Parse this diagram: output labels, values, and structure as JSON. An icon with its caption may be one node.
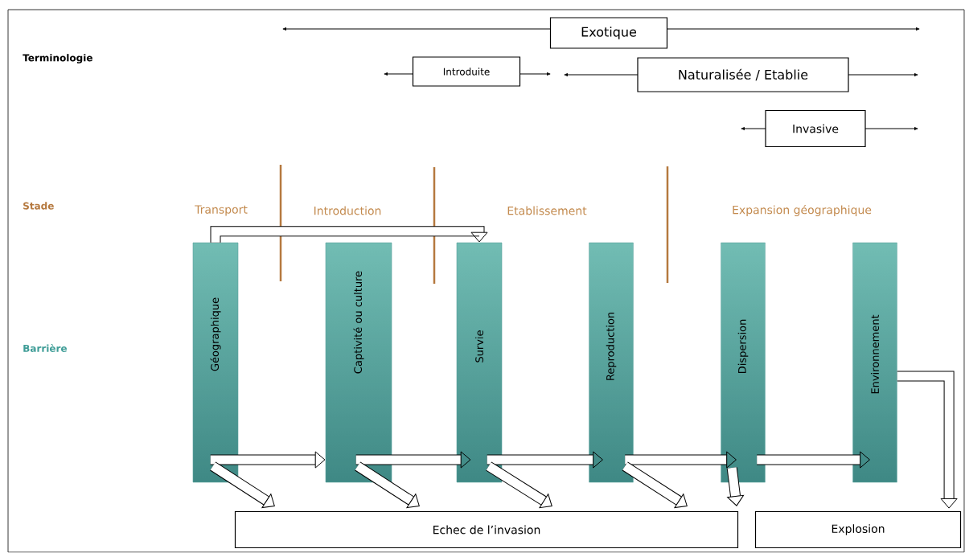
{
  "diagram": {
    "nodes": [
      {
        "text": [
          "Exotique"
        ]
      },
      {
        "text": [
          "Introduite"
        ]
      },
      {
        "text": [
          "Naturalisée / Etablie"
        ]
      },
      {
        "text": [
          "Invasive"
        ]
      },
      {
        "text": [
          "Géographique"
        ]
      },
      {
        "text": [
          "Captivité ou culture"
        ]
      },
      {
        "text": [
          "Survie"
        ]
      },
      {
        "text": [
          "Reproduction"
        ]
      },
      {
        "text": [
          "Dispersion"
        ]
      },
      {
        "text": [
          "Environnement"
        ]
      },
      {
        "text": [
          "Echec de l’invasion"
        ]
      },
      {
        "text": [
          "Explosion"
        ]
      }
    ],
    "edges": [
      {
        "from": 4,
        "to": 6,
        "arrow": "to"
      },
      {
        "from": 4,
        "to": 5,
        "arrow": "to"
      },
      {
        "from": 5,
        "to": 6,
        "arrow": "to"
      },
      {
        "from": 6,
        "to": 7,
        "arrow": "to"
      },
      {
        "from": 7,
        "to": 8,
        "arrow": "to"
      },
      {
        "from": 8,
        "to": 9,
        "arrow": "to"
      },
      {
        "from": 9,
        "to": 11,
        "arrow": "to"
      },
      {
        "from": 4,
        "to": 10,
        "arrow": "to"
      },
      {
        "from": 5,
        "to": 10,
        "arrow": "to"
      },
      {
        "from": 6,
        "to": 10,
        "arrow": "to"
      },
      {
        "from": 7,
        "to": 10,
        "arrow": "to"
      },
      {
        "from": 8,
        "to": 10,
        "arrow": "to"
      }
    ],
    "labels": [
      "Terminologie",
      "Stade",
      "Barrière",
      "Transport",
      "Introduction",
      "Etablissement",
      "Expansion géographique"
    ]
  }
}
